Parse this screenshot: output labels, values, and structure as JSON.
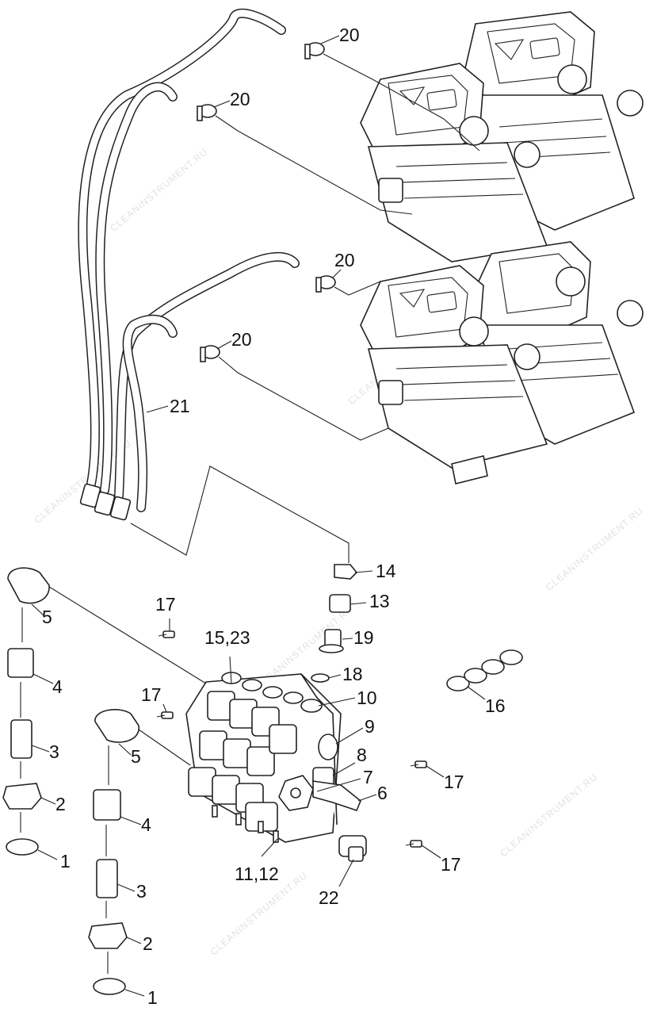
{
  "watermark": "CLEANINSTRUMENT.RU",
  "labels": {
    "c1a": "1",
    "c1b": "1",
    "n2a": "2",
    "n2b": "2",
    "n3a": "3",
    "n3b": "3",
    "n4a": "4",
    "n4b": "4",
    "n5a": "5",
    "n5b": "5",
    "n6": "6",
    "n7": "7",
    "n8": "8",
    "n9": "9",
    "n10": "10",
    "n1112": "11,12",
    "n13": "13",
    "n14": "14",
    "n1523": "15,23",
    "n16": "16",
    "n17a": "17",
    "n17b": "17",
    "n17c": "17",
    "n17d": "17",
    "n18": "18",
    "n19": "19",
    "n20a": "20",
    "n20b": "20",
    "n20c": "20",
    "n20d": "20",
    "n21": "21",
    "n22": "22"
  }
}
